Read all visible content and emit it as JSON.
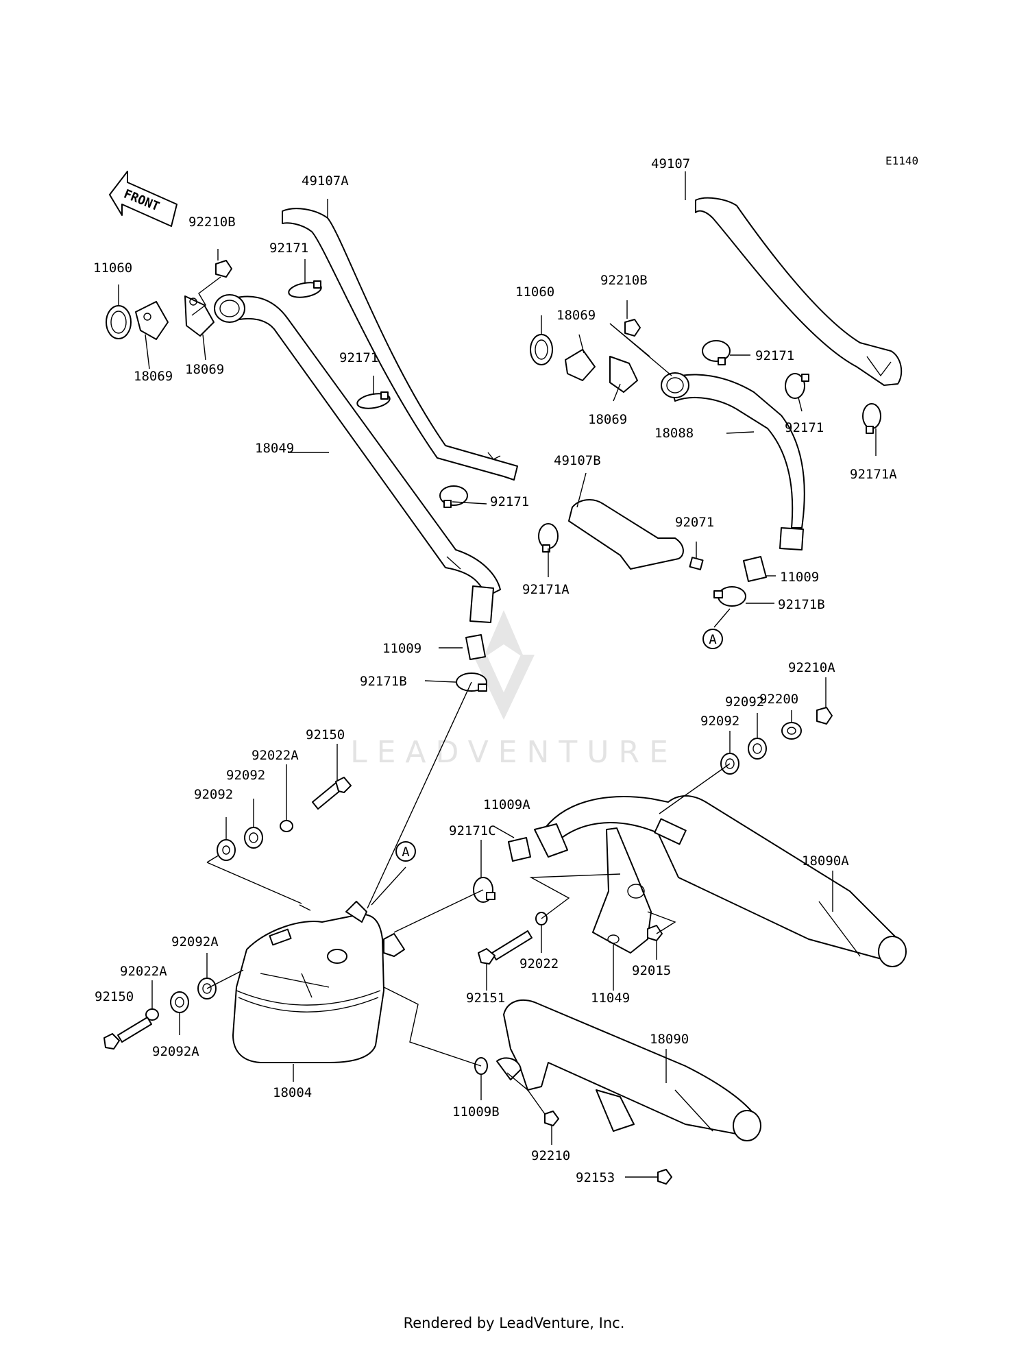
{
  "diagram_code": "E1140",
  "front_label": "FRONT",
  "watermark": "LEADVENTURE",
  "callout_letter": "A",
  "footer": "Rendered by LeadVenture, Inc.",
  "labels": {
    "l_49107A": "49107A",
    "l_92210B_l": "92210B",
    "l_11060_l": "11060",
    "l_92171_a": "92171",
    "l_18069_a": "18069",
    "l_18069_b": "18069",
    "l_92171_b": "92171",
    "l_18049": "18049",
    "l_92171_c": "92171",
    "l_49107": "49107",
    "l_11060_r": "11060",
    "l_92210B_r": "92210B",
    "l_18069_c": "18069",
    "l_92171_d": "92171",
    "l_18069_d": "18069",
    "l_18088": "18088",
    "l_92171_e": "92171",
    "l_92171A_a": "92171A",
    "l_49107B": "49107B",
    "l_92071": "92071",
    "l_92171A_b": "92171A",
    "l_11009_r": "11009",
    "l_92171B_r": "92171B",
    "l_11009_l": "11009",
    "l_92171B_l": "92171B",
    "l_92210A": "92210A",
    "l_92200": "92200",
    "l_92092_r1": "92092",
    "l_92092_r2": "92092",
    "l_92150_t": "92150",
    "l_92022A_t": "92022A",
    "l_92092_t1": "92092",
    "l_92092_t2": "92092",
    "l_11009A": "11009A",
    "l_92171C": "92171C",
    "l_18090A": "18090A",
    "l_92092A_a": "92092A",
    "l_92022A_b": "92022A",
    "l_92150_b": "92150",
    "l_92092A_b": "92092A",
    "l_92022": "92022",
    "l_92151": "92151",
    "l_11049": "11049",
    "l_92015": "92015",
    "l_18004": "18004",
    "l_18090": "18090",
    "l_11009B": "11009B",
    "l_92210": "92210",
    "l_92153": "92153"
  }
}
